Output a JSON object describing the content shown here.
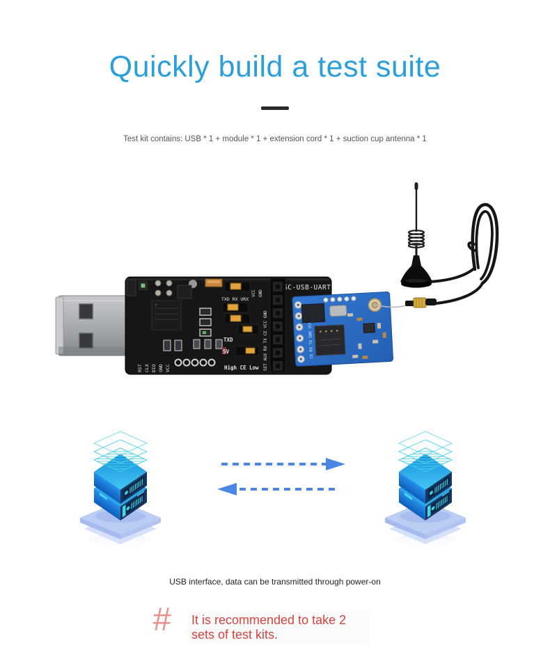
{
  "header": {
    "title": "Quickly build a test suite",
    "title_color": "#2a9fdb",
    "divider_color": "#2b2b2b",
    "subtitle": "Test kit contains: USB * 1 + module * 1 + extension cord * 1 + suction cup antenna * 1"
  },
  "photo": {
    "pcb_label": "GC-USB-UART",
    "silkscreen": {
      "jumper_row": "TXD RX URX",
      "vcc": "VCC",
      "gnd": "GND",
      "txd": "TXD",
      "v5": "5V",
      "ce_row": "High CE Low",
      "left_pins": [
        "RST",
        "CLX",
        "DIO",
        "GND",
        "VCC"
      ],
      "header_pins": "SET AUX RX TX CE VCC GND"
    },
    "module_pins": "CE RX TX GND VCC RST",
    "board_color": "#161616",
    "module_color": "#2a6cc5",
    "jumper_color": "#e1a43c"
  },
  "diagram": {
    "arrow_color": "#4a87e4",
    "wireframe_color": "#5bd4e6",
    "cyan_accent": "#49d7e9",
    "cube_top_color": "#2aa7e9",
    "cube_side_color": "#16365f",
    "platform_color": "#bccdf4",
    "caption": "USB interface, data can be transmitted through power-on"
  },
  "note": {
    "hash": "#",
    "line1": "It is recommended to take 2",
    "line2": "sets of test kits.",
    "text_color": "#d8423d",
    "hash_color": "#ea8f8a"
  }
}
